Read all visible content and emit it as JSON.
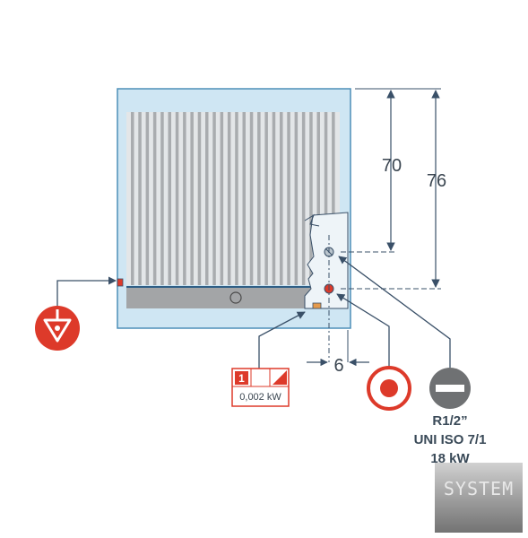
{
  "dimensions": {
    "height_70": "70",
    "height_76": "76",
    "offset_6": "6"
  },
  "electrical": {
    "phase_count": "1",
    "power": "0,002 kW"
  },
  "gas": {
    "thread": "R1/2”",
    "standard": "UNI ISO 7/1",
    "power": "18 kW"
  },
  "watermark": "SYSTEM",
  "colors": {
    "appliance_fill": "#cfe6f3",
    "appliance_stroke": "#4d8fb8",
    "symbol_red": "#dd3a2a",
    "gas_grey": "#6f7173",
    "dimension_line": "#3a5068"
  },
  "icons": {
    "equipotential": "equipotential-bonding-icon",
    "water": "water-connection-icon",
    "gas": "gas-connection-icon"
  }
}
